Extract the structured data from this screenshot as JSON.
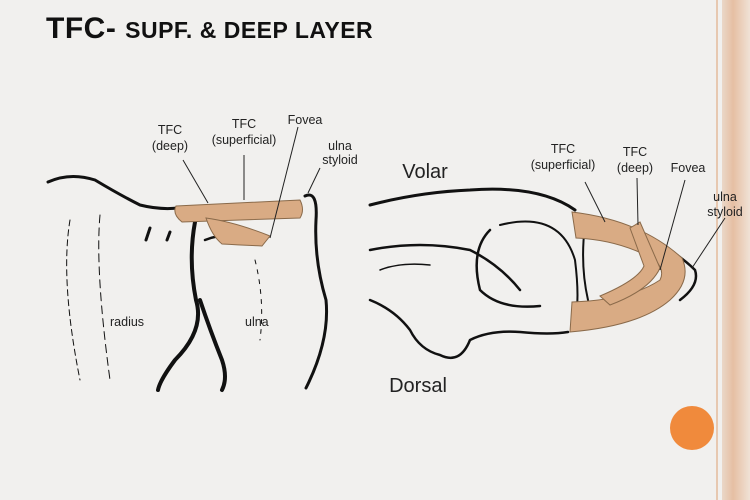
{
  "title": {
    "main": "TFC- ",
    "rest": "Supf. & Deep layer"
  },
  "left_diagram": {
    "labels": {
      "tfc_deep": [
        "TFC",
        "(deep)"
      ],
      "tfc_superficial": [
        "TFC",
        "(superficial)"
      ],
      "fovea": "Fovea",
      "ulna_styloid": [
        "ulna",
        "styloid"
      ],
      "radius": "radius",
      "ulna": "ulna"
    }
  },
  "right_diagram": {
    "labels": {
      "volar": "Volar",
      "dorsal": "Dorsal",
      "tfc_superficial": [
        "TFC",
        "(superficial)"
      ],
      "tfc_deep": [
        "TFC",
        "(deep)"
      ],
      "fovea": "Fovea",
      "ulna_styloid": [
        "ulna",
        "styloid"
      ]
    }
  },
  "colors": {
    "ligament": "#d9ab84",
    "accent_dot": "#f08a3c",
    "stripe": "#e6bfa3"
  }
}
